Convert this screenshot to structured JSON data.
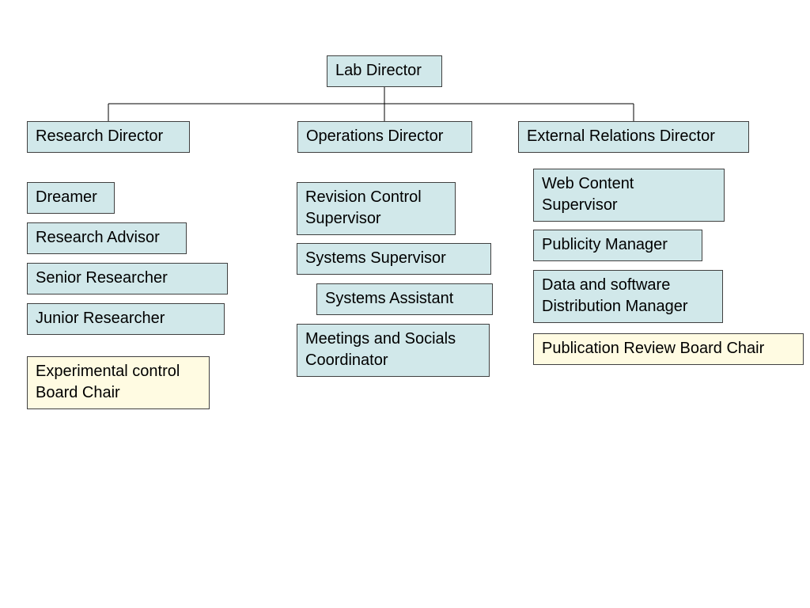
{
  "colors": {
    "box_fill": "#d1e8ea",
    "board_fill": "#fffbe2",
    "border": "#404040",
    "connector": "#000000"
  },
  "top": {
    "lab_director": "Lab Director"
  },
  "directors": {
    "research": "Research Director",
    "operations": "Operations Director",
    "external": "External Relations Director"
  },
  "research_team": {
    "dreamer": "Dreamer",
    "research_advisor": "Research Advisor",
    "senior_researcher": "Senior Researcher",
    "junior_researcher": "Junior Researcher",
    "experimental_board": "Experimental control\nBoard Chair"
  },
  "operations_team": {
    "revision_control": "Revision Control\nSupervisor",
    "systems_supervisor": "Systems Supervisor",
    "systems_assistant": "Systems Assistant",
    "meetings_coordinator": "Meetings and Socials\nCoordinator"
  },
  "external_team": {
    "web_content": "Web Content\nSupervisor",
    "publicity_manager": "Publicity Manager",
    "data_distribution": "Data and software\nDistribution Manager",
    "publication_board": "Publication Review Board Chair"
  }
}
